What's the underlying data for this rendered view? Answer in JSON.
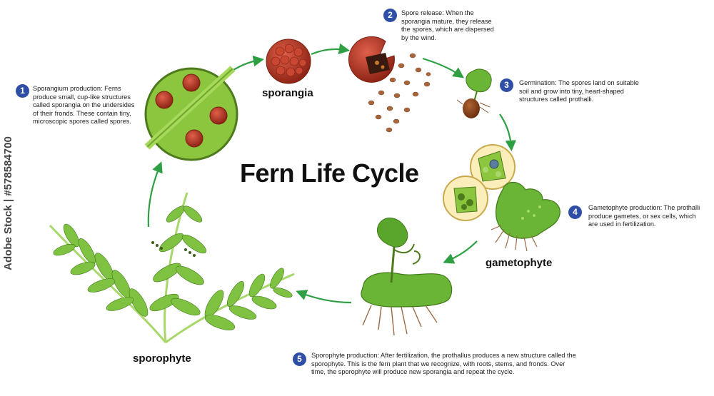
{
  "title": "Fern Life Cycle",
  "stages": [
    {
      "number": "1",
      "label": "",
      "description": "Sporangium production: Ferns produce small, cup-like structures called sporangia on the undersides of their fronds. These contain tiny, microscopic spores called spores."
    },
    {
      "number": "2",
      "label": "",
      "description": "Spore release: When the sporangia mature, they release the spores, which are dispersed by the wind."
    },
    {
      "number": "3",
      "label": "",
      "description": "Germination: The spores land on suitable soil and grow into tiny, heart-shaped structures called prothalli."
    },
    {
      "number": "4",
      "label": "",
      "description": "Gametophyte production: The prothalli produce gametes, or sex cells, which are used in fertilization."
    },
    {
      "number": "5",
      "label": "",
      "description": "Sporophyte production: After fertilization, the prothallus produces a new structure called the sporophyte. This is the fern plant that we recognize, with roots, stems, and fronds. Over time, the sporophyte will produce new sporangia and repeat the cycle."
    }
  ],
  "labels": {
    "sporangia": "sporangia",
    "gametophyte": "gametophyte",
    "sporophyte": "sporophyte"
  },
  "watermark": "Adobe Stock | #578584700",
  "colors": {
    "badge": "#2f4fa6",
    "arrow": "#2ea043",
    "leaf": "#7fc241",
    "sporangium": "#c0392b"
  }
}
